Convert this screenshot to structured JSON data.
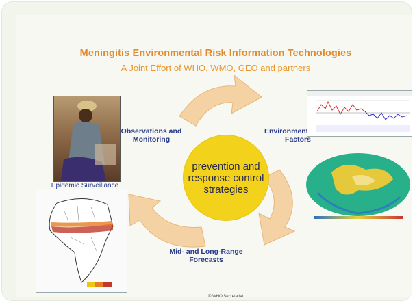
{
  "header": {
    "title": "Meningitis Environmental Risk Information Technologies",
    "subtitle": "A Joint Effort of WHO, WMO, GEO and partners"
  },
  "center": {
    "label": "prevention and response control strategies"
  },
  "stages": {
    "observations": "Observations and Monitoring",
    "environmental": "Environmental Risk Factors",
    "forecasts": "Mid- and Long-Range Forecasts"
  },
  "captions": {
    "epidemic": "Epidemic Surveillance"
  },
  "footer": {
    "copyright": "© WHO Secretariat"
  },
  "colors": {
    "title": "#e38b2c",
    "arrow_fill": "#f4d2a4",
    "arrow_stroke": "#e7b67a",
    "circle": "#f2d21a",
    "stage_text": "#2a3a8c"
  },
  "icons": {
    "photo": "surveillance-photo",
    "timeseries": "climate-timeseries-chart",
    "globe": "world-map-humidity",
    "africa": "africa-meningitis-belt-map"
  }
}
